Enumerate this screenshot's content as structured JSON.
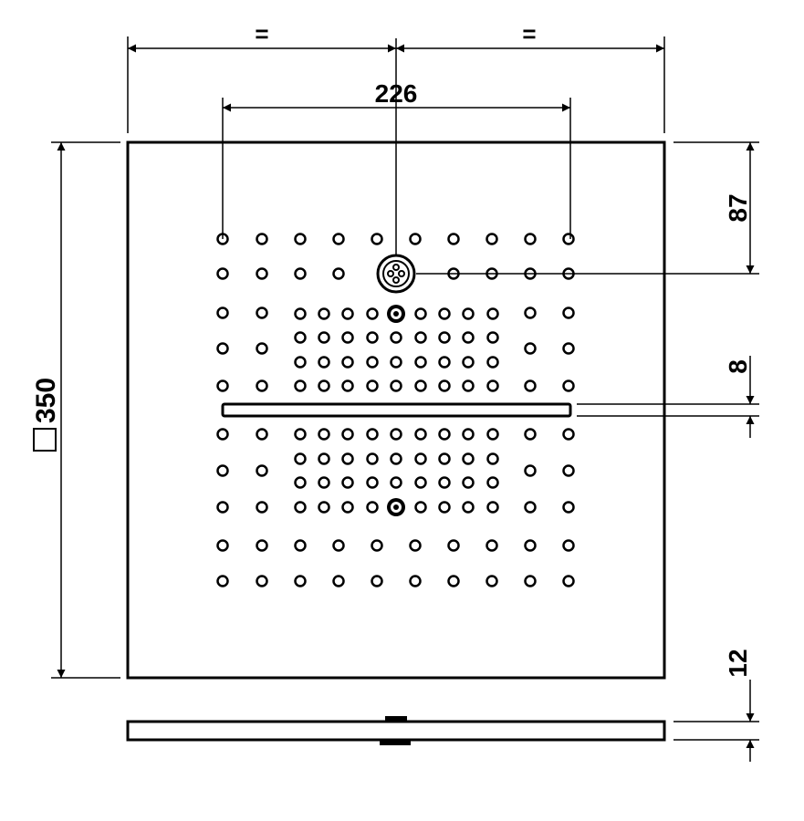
{
  "dimensions": {
    "equal_left": "=",
    "equal_right": "=",
    "spray_width": "226",
    "panel_size": "350",
    "top_offset": "87",
    "slot_width": "8",
    "thickness": "12"
  },
  "symbols": {
    "square_symbol": "square-outline-icon"
  },
  "colors": {
    "line": "#000000",
    "background": "#ffffff"
  }
}
